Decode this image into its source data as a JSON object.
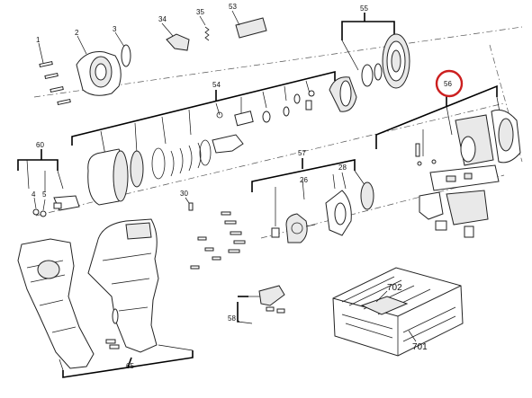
{
  "callouts": {
    "c1": "1",
    "c2": "2",
    "c3": "3",
    "c4": "4",
    "c5": "5",
    "c26": "26",
    "c28": "28",
    "c30": "30",
    "c34": "34",
    "c35": "35",
    "c53": "53",
    "c54": "54",
    "c55": "55",
    "c56": "56",
    "c57": "57",
    "c58": "58",
    "c60": "60",
    "c65": "65",
    "c701": "701",
    "c702": "702"
  },
  "highlight": {
    "callout": "56",
    "color": "#cc1f1f"
  }
}
